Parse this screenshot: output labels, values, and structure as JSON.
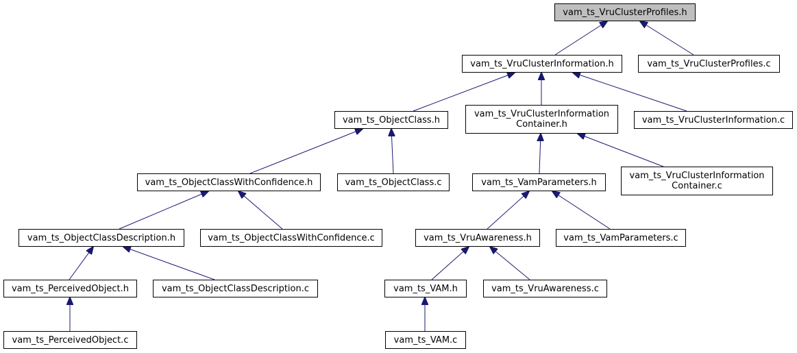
{
  "diagram": {
    "colors": {
      "edge": "#191970",
      "root_fill": "#bfbfbf",
      "node_fill": "#ffffff",
      "border": "#000000"
    },
    "nodes": [
      {
        "id": "n0",
        "name": "node-vam-ts-vruclusterprofiles-h",
        "lines": [
          "vam_ts_VruClusterProfiles.h"
        ],
        "root": true
      },
      {
        "id": "n1",
        "name": "node-vam-ts-vruclusterinformation-h",
        "lines": [
          "vam_ts_VruClusterInformation.h"
        ]
      },
      {
        "id": "n2",
        "name": "node-vam-ts-vruclusterprofiles-c",
        "lines": [
          "vam_ts_VruClusterProfiles.c"
        ]
      },
      {
        "id": "n3",
        "name": "node-vam-ts-objectclass-h",
        "lines": [
          "vam_ts_ObjectClass.h"
        ]
      },
      {
        "id": "n4",
        "name": "node-vam-ts-vruclusterinformationcontainer-h",
        "lines": [
          "vam_ts_VruClusterInformation",
          "Container.h"
        ]
      },
      {
        "id": "n5",
        "name": "node-vam-ts-vruclusterinformation-c",
        "lines": [
          "vam_ts_VruClusterInformation.c"
        ]
      },
      {
        "id": "n6",
        "name": "node-vam-ts-objectclasswithconfidence-h",
        "lines": [
          "vam_ts_ObjectClassWithConfidence.h"
        ]
      },
      {
        "id": "n7",
        "name": "node-vam-ts-objectclass-c",
        "lines": [
          "vam_ts_ObjectClass.c"
        ]
      },
      {
        "id": "n8",
        "name": "node-vam-ts-vamparameters-h",
        "lines": [
          "vam_ts_VamParameters.h"
        ]
      },
      {
        "id": "n9",
        "name": "node-vam-ts-vruclusterinformationcontainer-c",
        "lines": [
          "vam_ts_VruClusterInformation",
          "Container.c"
        ]
      },
      {
        "id": "n10",
        "name": "node-vam-ts-objectclassdescription-h",
        "lines": [
          "vam_ts_ObjectClassDescription.h"
        ]
      },
      {
        "id": "n11",
        "name": "node-vam-ts-objectclasswithconfidence-c",
        "lines": [
          "vam_ts_ObjectClassWithConfidence.c"
        ]
      },
      {
        "id": "n12",
        "name": "node-vam-ts-vruawareness-h",
        "lines": [
          "vam_ts_VruAwareness.h"
        ]
      },
      {
        "id": "n13",
        "name": "node-vam-ts-vamparameters-c",
        "lines": [
          "vam_ts_VamParameters.c"
        ]
      },
      {
        "id": "n14",
        "name": "node-vam-ts-perceivedobject-h",
        "lines": [
          "vam_ts_PerceivedObject.h"
        ]
      },
      {
        "id": "n15",
        "name": "node-vam-ts-objectclassdescription-c",
        "lines": [
          "vam_ts_ObjectClassDescription.c"
        ]
      },
      {
        "id": "n16",
        "name": "node-vam-ts-vam-h",
        "lines": [
          "vam_ts_VAM.h"
        ]
      },
      {
        "id": "n17",
        "name": "node-vam-ts-vruawareness-c",
        "lines": [
          "vam_ts_VruAwareness.c"
        ]
      },
      {
        "id": "n18",
        "name": "node-vam-ts-perceivedobject-c",
        "lines": [
          "vam_ts_PerceivedObject.c"
        ]
      },
      {
        "id": "n19",
        "name": "node-vam-ts-vam-c",
        "lines": [
          "vam_ts_VAM.c"
        ]
      }
    ],
    "edges": [
      {
        "from": "n1",
        "to": "n0"
      },
      {
        "from": "n2",
        "to": "n0"
      },
      {
        "from": "n3",
        "to": "n1"
      },
      {
        "from": "n4",
        "to": "n1"
      },
      {
        "from": "n5",
        "to": "n1"
      },
      {
        "from": "n6",
        "to": "n3"
      },
      {
        "from": "n7",
        "to": "n3"
      },
      {
        "from": "n8",
        "to": "n4"
      },
      {
        "from": "n9",
        "to": "n4"
      },
      {
        "from": "n10",
        "to": "n6"
      },
      {
        "from": "n11",
        "to": "n6"
      },
      {
        "from": "n12",
        "to": "n8"
      },
      {
        "from": "n13",
        "to": "n8"
      },
      {
        "from": "n14",
        "to": "n10"
      },
      {
        "from": "n15",
        "to": "n10"
      },
      {
        "from": "n16",
        "to": "n12"
      },
      {
        "from": "n17",
        "to": "n12"
      },
      {
        "from": "n18",
        "to": "n14"
      },
      {
        "from": "n19",
        "to": "n16"
      }
    ]
  }
}
